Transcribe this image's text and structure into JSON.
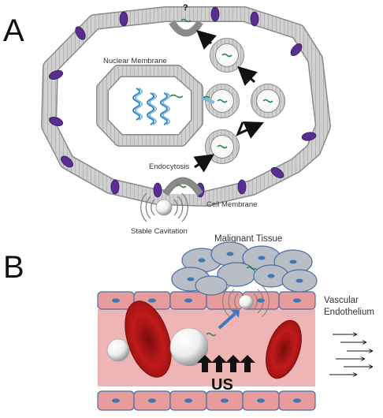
{
  "panels": {
    "a": {
      "letter": "A",
      "question_mark": "?",
      "labels": {
        "nuclear_membrane": "Nuclear Membrane",
        "endocytosis": "Endocytosis",
        "cell_membrane": "Cell Membrane",
        "stable_cavitation": "Stable Cavitation"
      }
    },
    "b": {
      "letter": "B",
      "labels": {
        "malignant_tissue": "Malignant Tissue",
        "vascular_line1": "Vascular",
        "vascular_line2": "Endothelium",
        "us": "US"
      }
    }
  },
  "colors": {
    "membrane": "#c8c8c8",
    "membrane_stroke": "#8a8a8a",
    "protein": "#5a2d91",
    "dna": "#2e86c1",
    "vessel": "#efb4b4",
    "endothelial_cell": "#e89b9b",
    "cell_border": "#4a6fa5",
    "nucleus": "#3a78b5",
    "tumor_cell": "#b9bec6",
    "rbc": "#b01515",
    "arrow": "#111111",
    "microbubble_arrow": "#3b78c4"
  }
}
